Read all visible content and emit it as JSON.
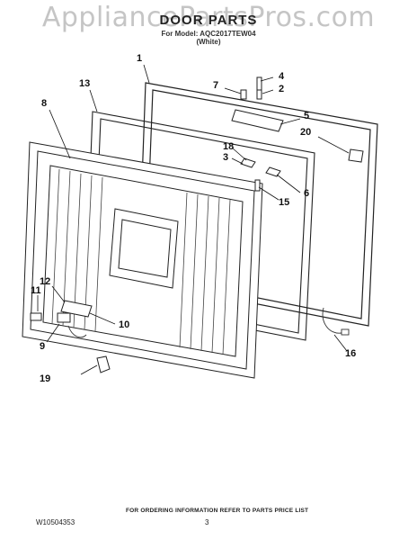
{
  "watermark": "AppliancePartsPros.com",
  "header": {
    "title": "DOOR PARTS",
    "model_line": "For Model: AQC2017TEW04",
    "color_line": "(White)"
  },
  "callouts": [
    "1",
    "2",
    "3",
    "4",
    "5",
    "6",
    "7",
    "8",
    "9",
    "10",
    "11",
    "12",
    "13",
    "15",
    "16",
    "18",
    "19",
    "20"
  ],
  "footer": {
    "ordering_note": "FOR ORDERING INFORMATION REFER TO PARTS PRICE LIST",
    "doc_number": "W10504353",
    "page_number": "3"
  }
}
